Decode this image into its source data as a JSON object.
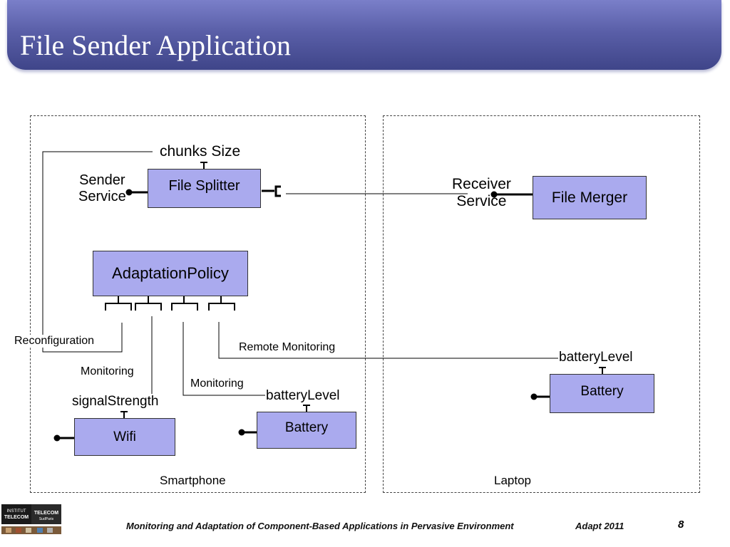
{
  "slide": {
    "title": "File Sender Application",
    "footer": "Monitoring and Adaptation of Component-Based Applications in Pervasive Environment",
    "conference": "Adapt 2011",
    "page_number": "8",
    "logo_text_left": "INSTITUT TELECOM",
    "logo_text_right": "TELECOM SudParis"
  },
  "regions": {
    "smartphone": "Smartphone",
    "laptop": "Laptop"
  },
  "components": {
    "file_splitter": "File Splitter",
    "file_merger": "File Merger",
    "adaptation_policy": "AdaptationPolicy",
    "wifi": "Wifi",
    "battery_phone": "Battery",
    "battery_laptop": "Battery"
  },
  "labels": {
    "chunks_size": "chunks Size",
    "sender_service": [
      "Sender",
      "Service"
    ],
    "receiver_service": [
      "Receiver",
      "Service"
    ],
    "reconfiguration": "Reconfiguration",
    "monitoring_1": "Monitoring",
    "monitoring_2": "Monitoring",
    "remote_monitoring": "Remote Monitoring",
    "signal_strength": "signalStrength",
    "battery_level_phone": "batteryLevel",
    "battery_level_laptop": "batteryLevel"
  },
  "colors": {
    "component_fill": "#aaaaee",
    "title_bar": "#5a5fa8"
  }
}
